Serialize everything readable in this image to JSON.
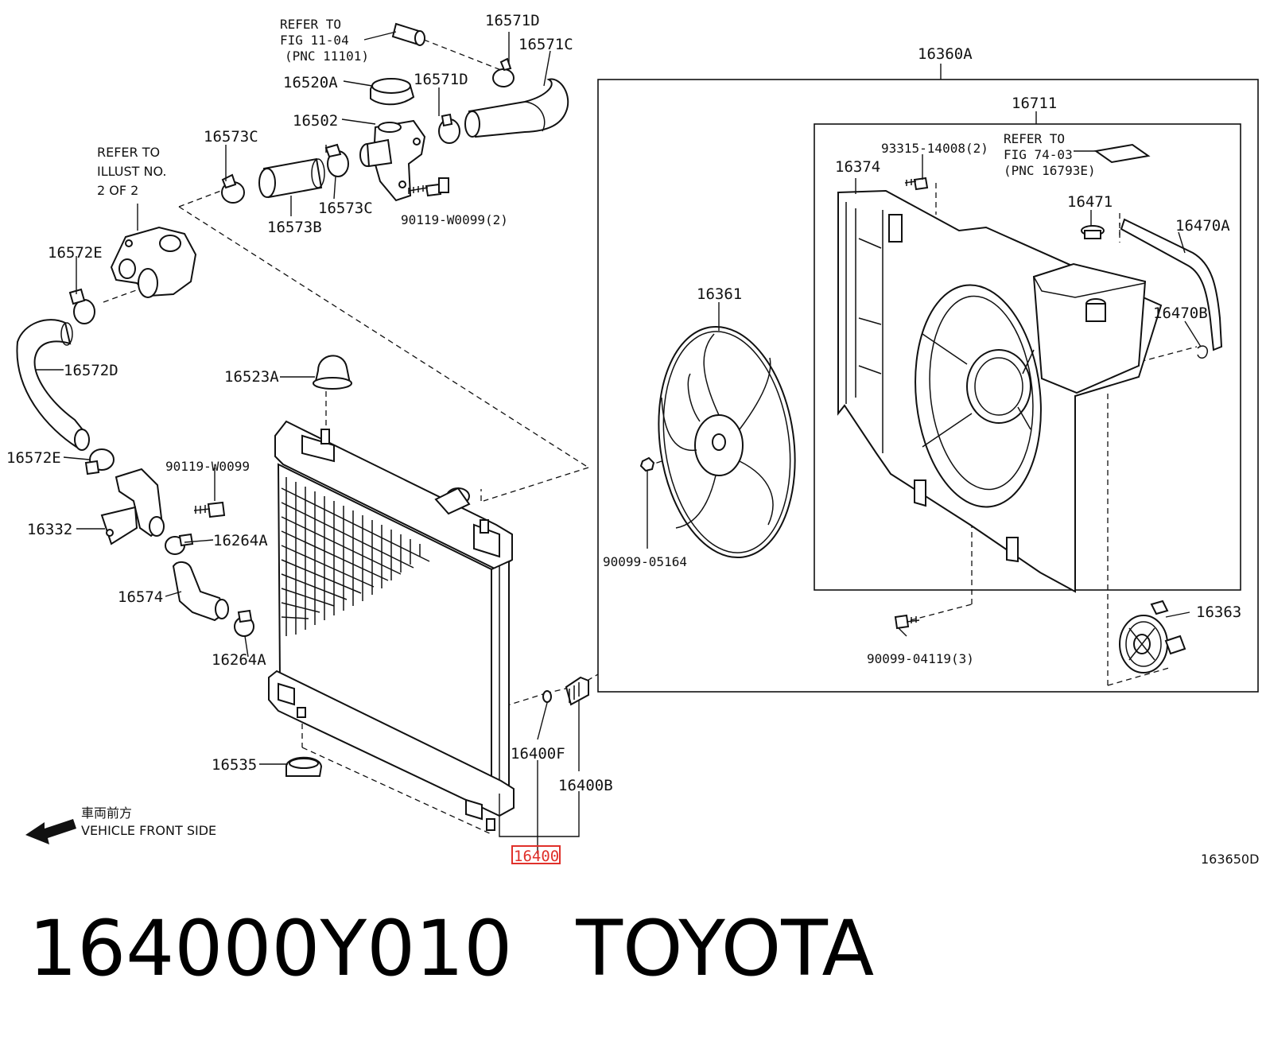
{
  "diagram": {
    "callouts": {
      "c16571D_top": "16571D",
      "c16571C": "16571C",
      "c16520A": "16520A",
      "c16571D_mid": "16571D",
      "c16502": "16502",
      "c16573C_left": "16573C",
      "c16573C_right": "16573C",
      "c16573B": "16573B",
      "c90119_2": "90119-W0099(2)",
      "c16572E_top": "16572E",
      "c16572D": "16572D",
      "c16572E_bot": "16572E",
      "c90119": "90119-W0099",
      "c16332": "16332",
      "c16264A_top": "16264A",
      "c16574": "16574",
      "c16264A_bot": "16264A",
      "c16523A": "16523A",
      "c16535": "16535",
      "c16400F": "16400F",
      "c16400B": "16400B",
      "c16400": "16400",
      "c16360A": "16360A",
      "c16711": "16711",
      "c93315": "93315-14008(2)",
      "c16374": "16374",
      "c16471": "16471",
      "c16470A": "16470A",
      "c16470B": "16470B",
      "c16361": "16361",
      "c90099_05164": "90099-05164",
      "c90099_04119": "90099-04119(3)",
      "c16363": "16363"
    },
    "refer_fig_11_04": [
      "REFER TO",
      "FIG 11-04",
      "(PNC 11101)"
    ],
    "refer_illust": [
      "REFER TO",
      "ILLUST NO.",
      "2 OF 2"
    ],
    "refer_fig_74_03": [
      "REFER TO",
      "FIG 74-03",
      "(PNC 16793E)"
    ],
    "front_side": [
      "車両前方",
      "VEHICLE FRONT SIDE"
    ],
    "figure_code": "163650D",
    "highlighted_part": "16400",
    "highlight_color": "#e0302a"
  },
  "caption": {
    "part_number": "164000Y010",
    "brand": "TOYOTA"
  }
}
